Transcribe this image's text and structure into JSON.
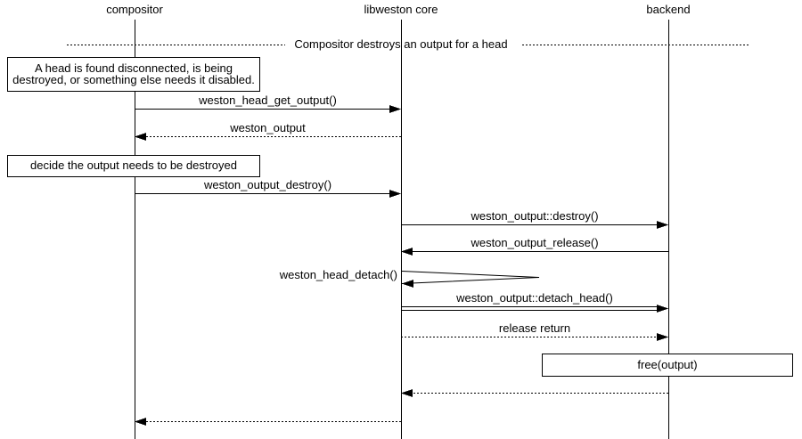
{
  "diagram": {
    "title": "Compositor destroys an output for a head",
    "participants": [
      {
        "id": "compositor",
        "label": "compositor"
      },
      {
        "id": "libweston-core",
        "label": "libweston core"
      },
      {
        "id": "backend",
        "label": "backend"
      }
    ],
    "divider": {
      "label": "Compositor destroys an output for a head"
    },
    "notes": [
      {
        "on": "compositor",
        "label": "A head is found disconnected, is being destroyed, or something else needs it disabled."
      },
      {
        "on": "compositor",
        "label": "decide the output needs to be destroyed"
      },
      {
        "on": "backend",
        "label": "free(output)"
      }
    ],
    "messages": [
      {
        "label": "weston_head_get_output()",
        "from": "compositor",
        "to": "libweston core",
        "style": "solid"
      },
      {
        "label": "weston_output",
        "from": "libweston core",
        "to": "compositor",
        "style": "dotted"
      },
      {
        "label": "weston_output_destroy()",
        "from": "compositor",
        "to": "libweston core",
        "style": "solid"
      },
      {
        "label": "weston_output::destroy()",
        "from": "libweston core",
        "to": "backend",
        "style": "solid"
      },
      {
        "label": "weston_output_release()",
        "from": "backend",
        "to": "libweston core",
        "style": "solid"
      },
      {
        "label": "weston_head_detach()",
        "from": "libweston core",
        "to": "libweston core",
        "style": "self"
      },
      {
        "label": "weston_output::detach_head()",
        "from": "libweston core",
        "to": "backend",
        "style": "double"
      },
      {
        "label": "release return",
        "from": "libweston core",
        "to": "backend",
        "style": "dotted"
      },
      {
        "label": "",
        "from": "backend",
        "to": "libweston core",
        "style": "dotted-return"
      },
      {
        "label": "",
        "from": "libweston core",
        "to": "compositor",
        "style": "dotted-return"
      }
    ],
    "colors": {
      "line": "#000000",
      "background": "#ffffff"
    }
  }
}
